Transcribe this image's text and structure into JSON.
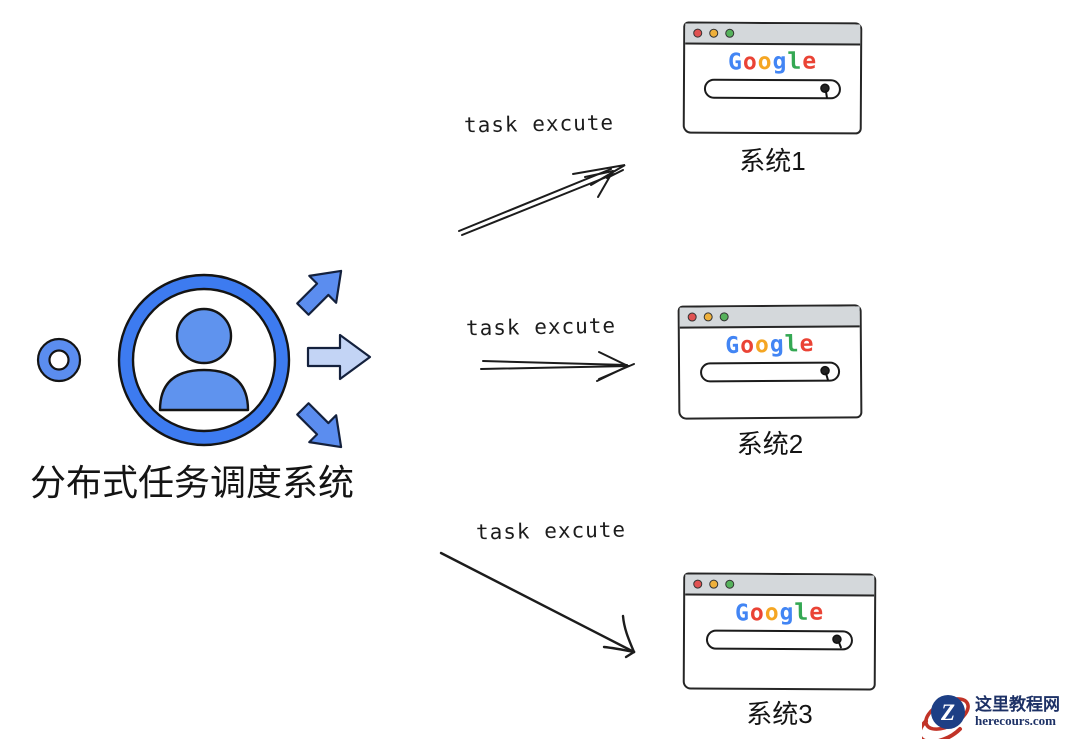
{
  "page": {
    "background": "#ffffff"
  },
  "scheduler": {
    "label": "分布式任务调度系统",
    "icon": "user-in-circle-with-dispatch-arrows",
    "colors": {
      "ring": "#3d7bf0",
      "person": "#5f93ee",
      "arrow_dark": "#5b8def",
      "arrow_light": "#c3d4f5",
      "small_ring": "#5b8def",
      "outline": "#141414"
    }
  },
  "flows": [
    {
      "label": "task excute",
      "target": "系统1",
      "direction": "up-right"
    },
    {
      "label": "task excute",
      "target": "系统2",
      "direction": "right"
    },
    {
      "label": "task excute",
      "target": "系统3",
      "direction": "down-right"
    }
  ],
  "browser": {
    "logo": {
      "text": "Google",
      "letters": [
        "G",
        "o",
        "o",
        "g",
        "l",
        "e"
      ],
      "colors": [
        "#4285f4",
        "#ea4335",
        "#f5a623",
        "#4285f4",
        "#34a853",
        "#ea4335"
      ]
    },
    "traffic_lights": [
      "#e05252",
      "#eeb03c",
      "#56b25c"
    ],
    "titlebar_color": "#d4d8db",
    "search_icon": "magnifier-icon"
  },
  "systems": [
    {
      "caption": "系统1"
    },
    {
      "caption": "系统2"
    },
    {
      "caption": "系统3"
    }
  ],
  "watermark": {
    "site_name": "这里教程网",
    "site_url": "herecours.com",
    "logo_letter": "Z",
    "colors": {
      "text": "#1d3166",
      "logo_circle": "#1d3f85",
      "swoosh": "#c13327"
    }
  }
}
